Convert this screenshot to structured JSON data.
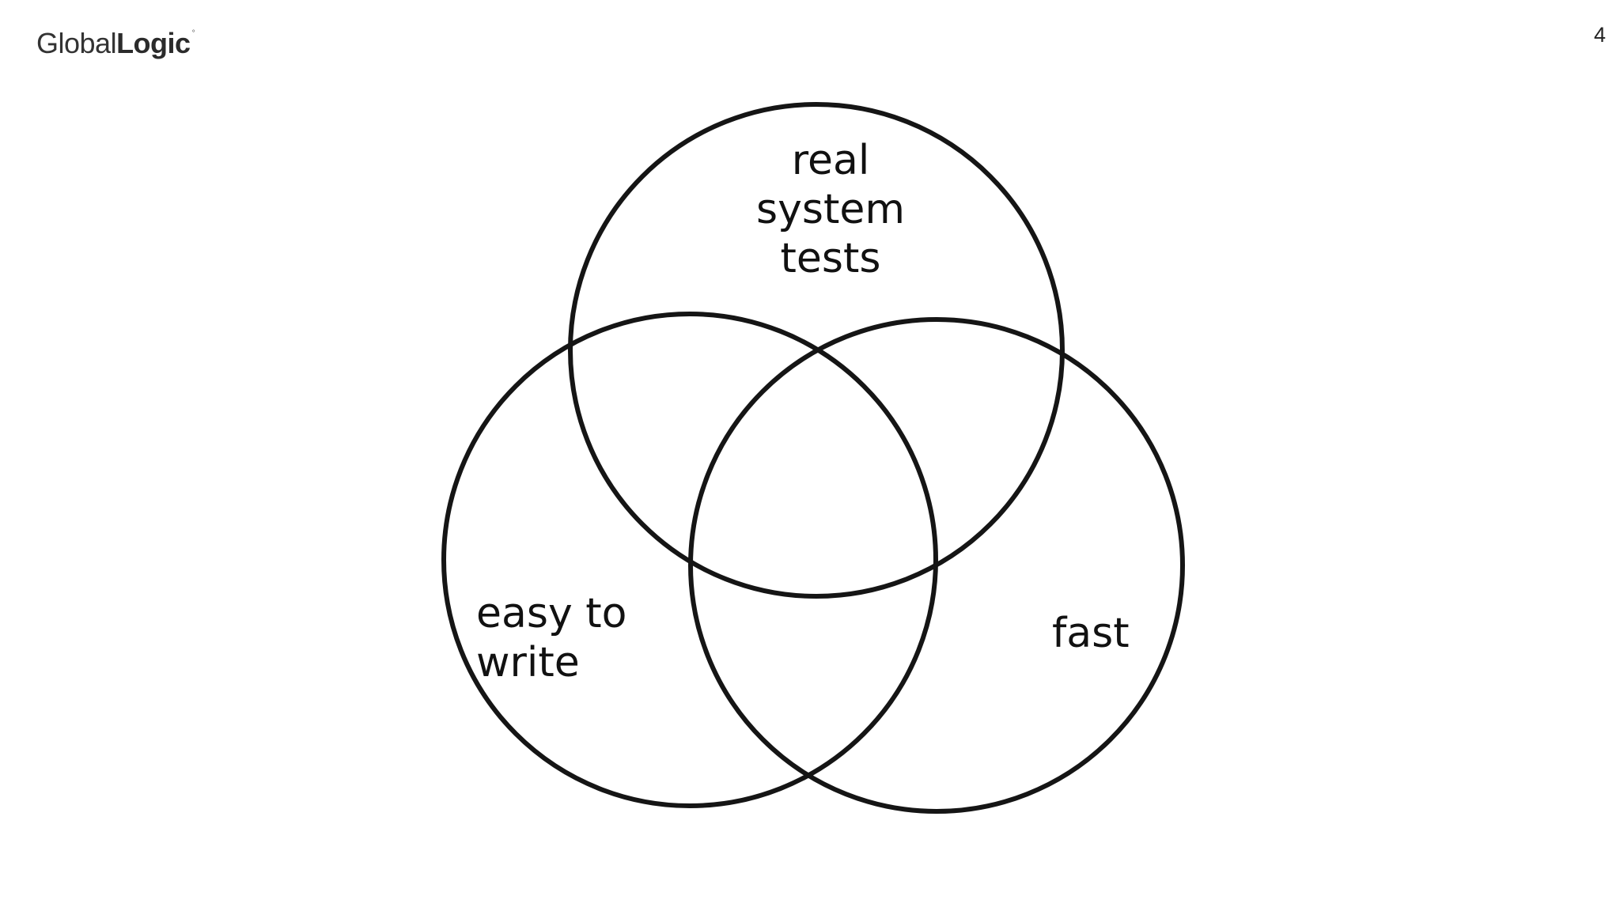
{
  "header": {
    "logo": {
      "text_light": "Global",
      "text_bold": "Logic",
      "reg_mark": "°"
    },
    "page_number": "4"
  },
  "diagram": {
    "sets": [
      {
        "label": "real\nsystem\ntests"
      },
      {
        "label": "easy to\nwrite"
      },
      {
        "label": "fast"
      }
    ],
    "stroke_color": "#151515"
  }
}
